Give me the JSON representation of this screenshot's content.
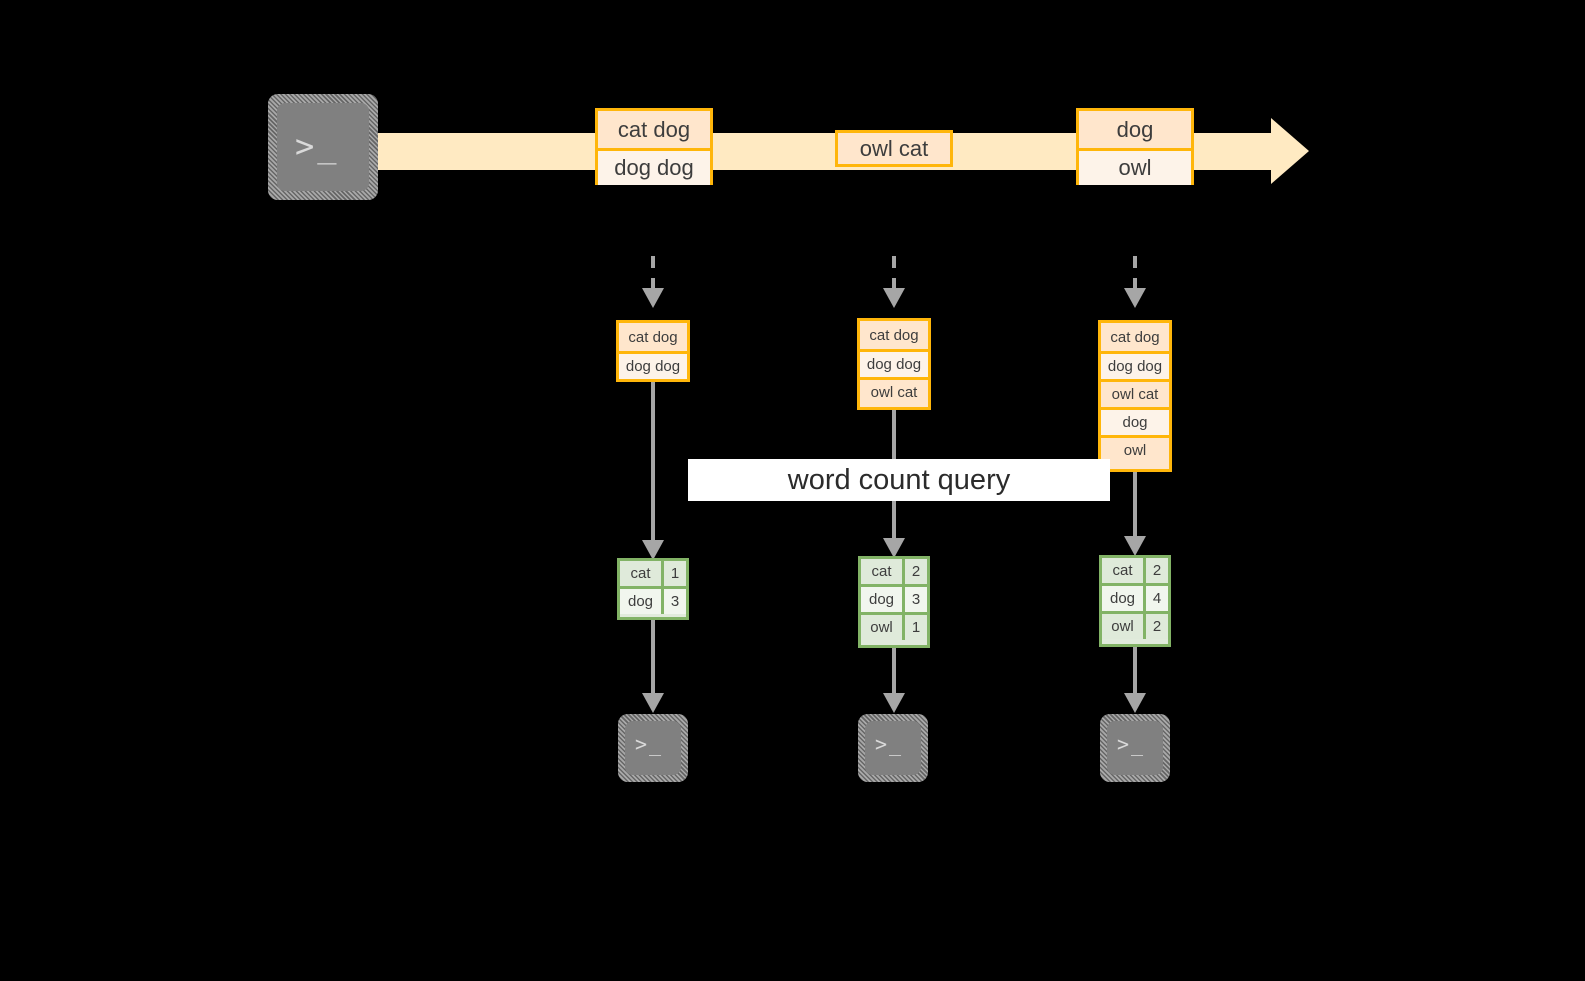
{
  "diagram": {
    "title_label": "word count query",
    "colors": {
      "background": "#000000",
      "stream_band": "#ffeac2",
      "orange_border": "#ffb60a",
      "orange_fill_dark": "#ffe6cc",
      "orange_fill_light": "#fdf3e9",
      "green_border": "#82b366",
      "green_fill_dark": "#dfeada",
      "green_fill_light": "#f1f6ee",
      "connector_gray": "#a6a6a6",
      "terminal_gray": "#808080",
      "label_background": "#ffffff"
    },
    "source_terminal": {
      "icon": "terminal-prompt-icon",
      "prompt_glyph": ">_"
    },
    "stream": {
      "direction": "left-to-right",
      "events": [
        {
          "id": "event-1",
          "lines": [
            "cat dog",
            "dog dog"
          ]
        },
        {
          "id": "event-2",
          "lines": [
            "owl cat"
          ]
        },
        {
          "id": "event-3",
          "lines": [
            "dog",
            "owl"
          ]
        }
      ]
    },
    "snapshots": [
      {
        "id": "snapshot-1",
        "input_lines": [
          "cat dog",
          "dog dog"
        ],
        "result_rows": [
          {
            "word": "cat",
            "count": "1"
          },
          {
            "word": "dog",
            "count": "3"
          }
        ],
        "sink": {
          "icon": "terminal-prompt-icon",
          "prompt_glyph": ">_"
        }
      },
      {
        "id": "snapshot-2",
        "input_lines": [
          "cat dog",
          "dog dog",
          "owl cat"
        ],
        "result_rows": [
          {
            "word": "cat",
            "count": "2"
          },
          {
            "word": "dog",
            "count": "3"
          },
          {
            "word": "owl",
            "count": "1"
          }
        ],
        "sink": {
          "icon": "terminal-prompt-icon",
          "prompt_glyph": ">_"
        }
      },
      {
        "id": "snapshot-3",
        "input_lines": [
          "cat dog",
          "dog dog",
          "owl cat",
          "dog",
          "owl"
        ],
        "result_rows": [
          {
            "word": "cat",
            "count": "2"
          },
          {
            "word": "dog",
            "count": "4"
          },
          {
            "word": "owl",
            "count": "2"
          }
        ],
        "sink": {
          "icon": "terminal-prompt-icon",
          "prompt_glyph": ">_"
        }
      }
    ]
  }
}
